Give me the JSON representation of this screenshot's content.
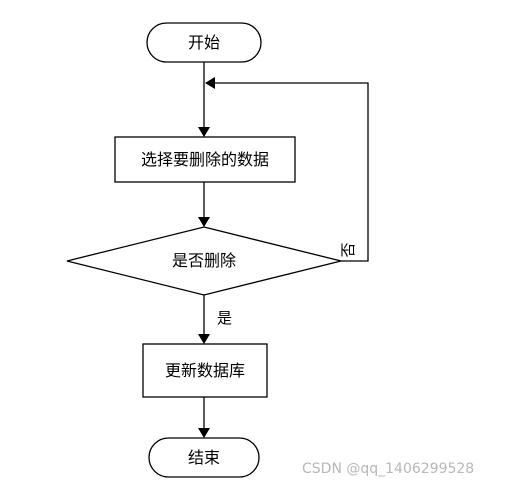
{
  "diagram": {
    "nodes": {
      "start": {
        "label": "开始"
      },
      "select": {
        "label": "选择要删除的数据"
      },
      "decision": {
        "label": "是否删除"
      },
      "update": {
        "label": "更新数据库"
      },
      "end": {
        "label": "结束"
      }
    },
    "edges": {
      "yes": {
        "label": "是"
      },
      "no": {
        "label": "否"
      }
    },
    "colors": {
      "stroke": "#000000",
      "fill": "#ffffff"
    }
  },
  "watermark": {
    "text": "CSDN @qq_1406299528"
  }
}
